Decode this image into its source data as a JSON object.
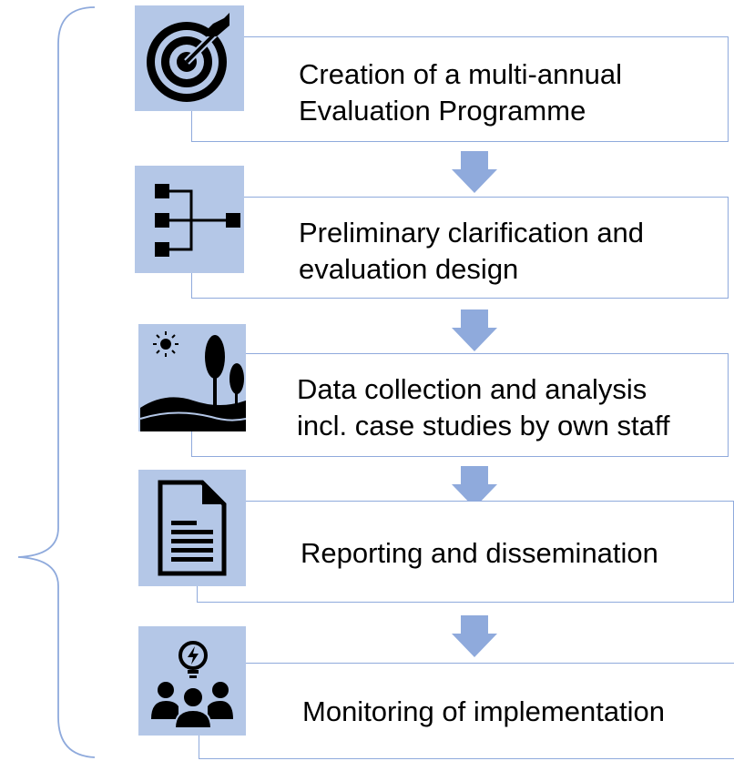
{
  "colors": {
    "line": "#8faadc",
    "tile": "#b4c7e7",
    "arrow": "#8faadc",
    "icon": "#000000"
  },
  "steps": [
    {
      "label": "Creation of a multi-annual\nEvaluation Programme",
      "icon": "target-icon"
    },
    {
      "label": "Preliminary clarification and\nevaluation design",
      "icon": "hierarchy-icon"
    },
    {
      "label": "Data collection and analysis\nincl. case studies by own staff",
      "icon": "landscape-icon"
    },
    {
      "label": "Reporting and dissemination",
      "icon": "document-icon"
    },
    {
      "label": "Monitoring of implementation",
      "icon": "team-idea-icon"
    }
  ]
}
